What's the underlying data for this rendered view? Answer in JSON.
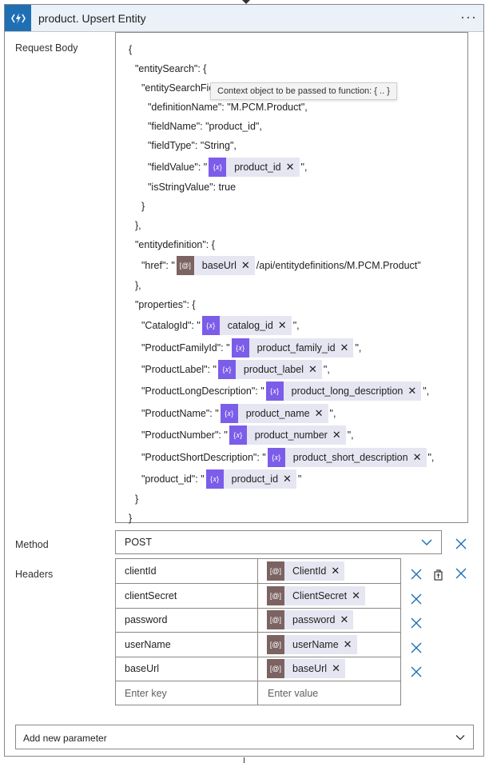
{
  "header": {
    "title": "product. Upsert Entity",
    "menu_label": "···"
  },
  "labels": {
    "request_body": "Request Body",
    "method": "Method",
    "headers": "Headers"
  },
  "tooltip": "Context object to be passed to function: { .. }",
  "body": {
    "lines": {
      "l01": "{",
      "l02": "\"entitySearch\": {",
      "l03": "\"entitySearchFiel",
      "l04": "\"definitionName\": \"M.PCM.Product\",",
      "l05": "\"fieldName\": \"product_id\",",
      "l06": "\"fieldType\": \"String\",",
      "l07_pre": "\"fieldValue\": \"",
      "l07_post": "\",",
      "l08": "\"isStringValue\": true",
      "l09": "}",
      "l10": "},",
      "l11": "\"entitydefinition\": {",
      "l12_pre": "\"href\": \"",
      "l12_post": "/api/entitydefinitions/M.PCM.Product\"",
      "l13": "},",
      "l14": "\"properties\": {",
      "l15_pre": "\"CatalogId\": \"",
      "l15_post": "\",",
      "l16_pre": "\"ProductFamilyId\": \"",
      "l16_post": "\",",
      "l17_pre": "\"ProductLabel\": \"",
      "l17_post": "\",",
      "l18_pre": "\"ProductLongDescription\": \"",
      "l18_post": "\",",
      "l19_pre": "\"ProductName\": \"",
      "l19_post": "\",",
      "l20_pre": "\"ProductNumber\": \"",
      "l20_post": "\",",
      "l21_pre": "\"ProductShortDescription\": \"",
      "l21_post": "\",",
      "l22_pre": "\"product_id\": \"",
      "l22_post": "\"",
      "l23": "}",
      "l24": "}"
    },
    "tokens": {
      "field_value": "product_id",
      "base_url": "baseUrl",
      "catalog_id": "catalog_id",
      "product_family_id": "product_family_id",
      "product_label": "product_label",
      "product_long_description": "product_long_description",
      "product_name": "product_name",
      "product_number": "product_number",
      "product_short_description": "product_short_description",
      "product_id": "product_id"
    },
    "token_icons": {
      "expression": "{𝑥}",
      "parameter": "[@]"
    }
  },
  "method": {
    "value": "POST"
  },
  "headers": {
    "rows": [
      {
        "key": "clientId",
        "value": "ClientId"
      },
      {
        "key": "clientSecret",
        "value": "ClientSecret"
      },
      {
        "key": "password",
        "value": "password"
      },
      {
        "key": "userName",
        "value": "userName"
      },
      {
        "key": "baseUrl",
        "value": "baseUrl"
      }
    ],
    "key_placeholder": "Enter key",
    "value_placeholder": "Enter value"
  },
  "add_parameter": {
    "label": "Add new parameter"
  },
  "colors": {
    "header_bg": "#eaf1f8",
    "header_icon_bg": "#1f6fb5",
    "expression_token": "#7b5dea",
    "parameter_token": "#7b6362",
    "token_bg": "#e6e6f2",
    "accent_blue": "#1f6fb5"
  },
  "icons": {
    "header": "connector-lightning-icon",
    "expression_token": "expression-icon",
    "parameter_token": "parameter-icon",
    "delete": "close-icon",
    "copy": "copy-icon",
    "chevron": "chevron-down-icon"
  }
}
